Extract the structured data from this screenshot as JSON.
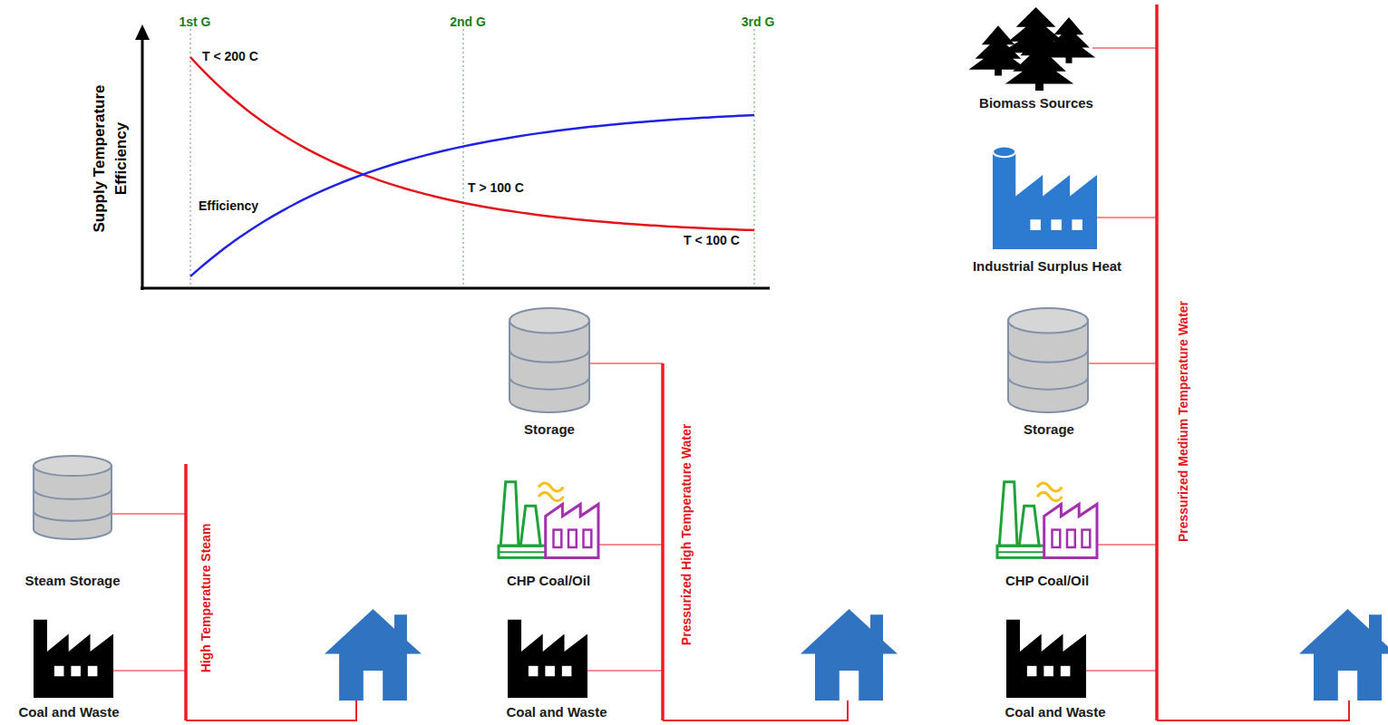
{
  "diagram": {
    "nodes": [
      {
        "text": [
          "Steam Storage"
        ]
      },
      {
        "text": [
          "Coal and Waste"
        ]
      },
      {
        "text": [
          "Storage"
        ]
      },
      {
        "text": [
          "CHP Coal/Oil"
        ]
      },
      {
        "text": [
          "Coal and Waste"
        ]
      },
      {
        "text": [
          "Biomass Sources"
        ]
      },
      {
        "text": [
          "Industrial Surplus Heat"
        ]
      },
      {
        "text": [
          "Storage"
        ]
      },
      {
        "text": [
          "CHP Coal/Oil"
        ]
      },
      {
        "text": [
          "Coal and Waste"
        ]
      }
    ],
    "labels": [
      "1st G",
      "2nd G",
      "3rd G",
      "Supply Temperature",
      "Efficiency",
      "T < 200 C",
      "T > 100 C",
      "T < 100 C",
      "Efficiency",
      "High Temperature Steam",
      "Pressurized High Temperature Water",
      "Pressurized Medium Temperature Water"
    ]
  }
}
